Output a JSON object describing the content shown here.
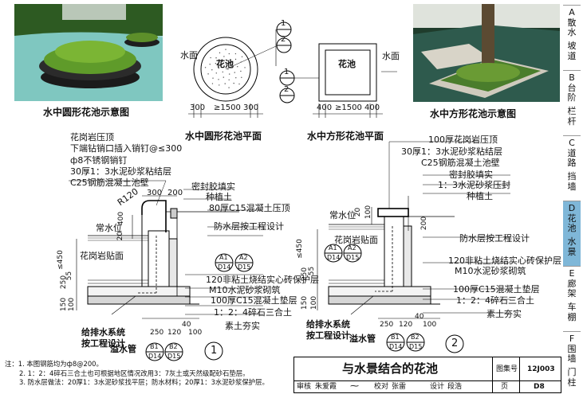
{
  "tabs": [
    {
      "letter": "A",
      "lines": [
        "散",
        "水",
        "",
        "坡",
        "道"
      ]
    },
    {
      "letter": "B",
      "lines": [
        "台",
        "阶",
        "",
        "栏",
        "杆"
      ]
    },
    {
      "letter": "C",
      "lines": [
        "道",
        "路",
        "",
        "挡",
        "墙"
      ]
    },
    {
      "letter": "D",
      "lines": [
        "花",
        "池",
        "",
        "水",
        "景"
      ]
    },
    {
      "letter": "E",
      "lines": [
        "廊",
        "架",
        "",
        "车",
        "棚"
      ]
    },
    {
      "letter": "F",
      "lines": [
        "围",
        "墙",
        "",
        "门",
        "柱"
      ]
    }
  ],
  "captions": {
    "photo_left": "水中圆形花池示意图",
    "photo_right": "水中方形花池示意图",
    "plan_round": "水中圆形花池平面",
    "plan_square": "水中方形花池平面"
  },
  "plan": {
    "water": "水面",
    "pool": "花池",
    "dims_round": [
      "300",
      "≥1500",
      "300"
    ],
    "dims_square": [
      "400",
      "≥1500",
      "400"
    ],
    "sec1": "1",
    "sec2": "2"
  },
  "section1": {
    "callouts": [
      "花岗岩压顶",
      "下端钻销口插入销钉@≤300",
      "ф8不锈钢销钉",
      "30厚1：3水泥砂浆粘结层",
      "C25钢筋混凝土池壁"
    ],
    "radius": "R120",
    "top_dims": [
      "300",
      "200"
    ],
    "right": [
      "密封胶填实",
      "种植土",
      "80厚C15混凝土压顶",
      "防水层按工程设计",
      "120非粘土烧结实心砖保护层",
      "M10水泥砂浆砌筑",
      "100厚C15混凝土垫层",
      "1：2：4碎石三合土",
      "素土夯实"
    ],
    "left": [
      "常水位",
      "花岗岩贴面"
    ],
    "vert_dims": [
      "20",
      "400",
      "≤450",
      "250",
      "55",
      "150",
      "100"
    ],
    "bottom_dims": [
      "250",
      "120",
      "40",
      "100"
    ],
    "drain": [
      "给排水系统",
      "按工程设计"
    ],
    "overflow": "溢水管",
    "refs": [
      [
        "A1",
        "D14"
      ],
      [
        "A2",
        "D15"
      ],
      [
        "B1",
        "D14"
      ],
      [
        "B2",
        "D15"
      ]
    ],
    "num": "1"
  },
  "section2": {
    "callouts": [
      "100厚花岗岩压顶",
      "30厚1：3水泥砂浆粘结层",
      "C25钢筋混凝土池壁"
    ],
    "right": [
      "密封胶填实",
      "1：3水泥砂浆压封",
      "种植土",
      "防水层按工程设计",
      "120非粘土烧结实心砖保护层",
      "M10水泥砂浆砌筑",
      "100厚C15混凝土垫层",
      "1：2：4碎石三合土",
      "素土夯实"
    ],
    "left": [
      "常水位",
      "花岗岩贴面"
    ],
    "vert_dims": [
      "20",
      "100",
      "≤450",
      "250",
      "55",
      "150",
      "100"
    ],
    "top_dim": "200",
    "bottom_dims": [
      "250",
      "120",
      "40",
      "100"
    ],
    "drain": [
      "给排水系统",
      "按工程设计"
    ],
    "overflow": "溢水管",
    "refs": [
      [
        "A1",
        "D14"
      ],
      [
        "A2",
        "D15"
      ],
      [
        "B1",
        "D14"
      ],
      [
        "B2",
        "D15"
      ]
    ],
    "num": "2"
  },
  "notes": [
    "注：1. 本图钢筋均为ф8@200。",
    "2. 1：2：4碎石三合土也可根据地区情况改用3：7灰土或天然级配砂石垫层。",
    "3. 防水层做法：20厚1：3水泥砂浆找平层；防水材料；20厚1：3水泥砂浆保护层。"
  ],
  "titleblock": {
    "title": "与水景结合的花池",
    "atlas_label": "图集号",
    "atlas": "12J003",
    "review": "审核",
    "reviewer": "朱爱霞",
    "check": "校对",
    "checker": "张雷",
    "design": "设计",
    "designer": "段浩",
    "page_label": "页",
    "page": "D8"
  },
  "colors": {
    "active_tab": "#7fb7d8",
    "water": "#3fa6a6",
    "leaf": "#4d8a2a"
  }
}
